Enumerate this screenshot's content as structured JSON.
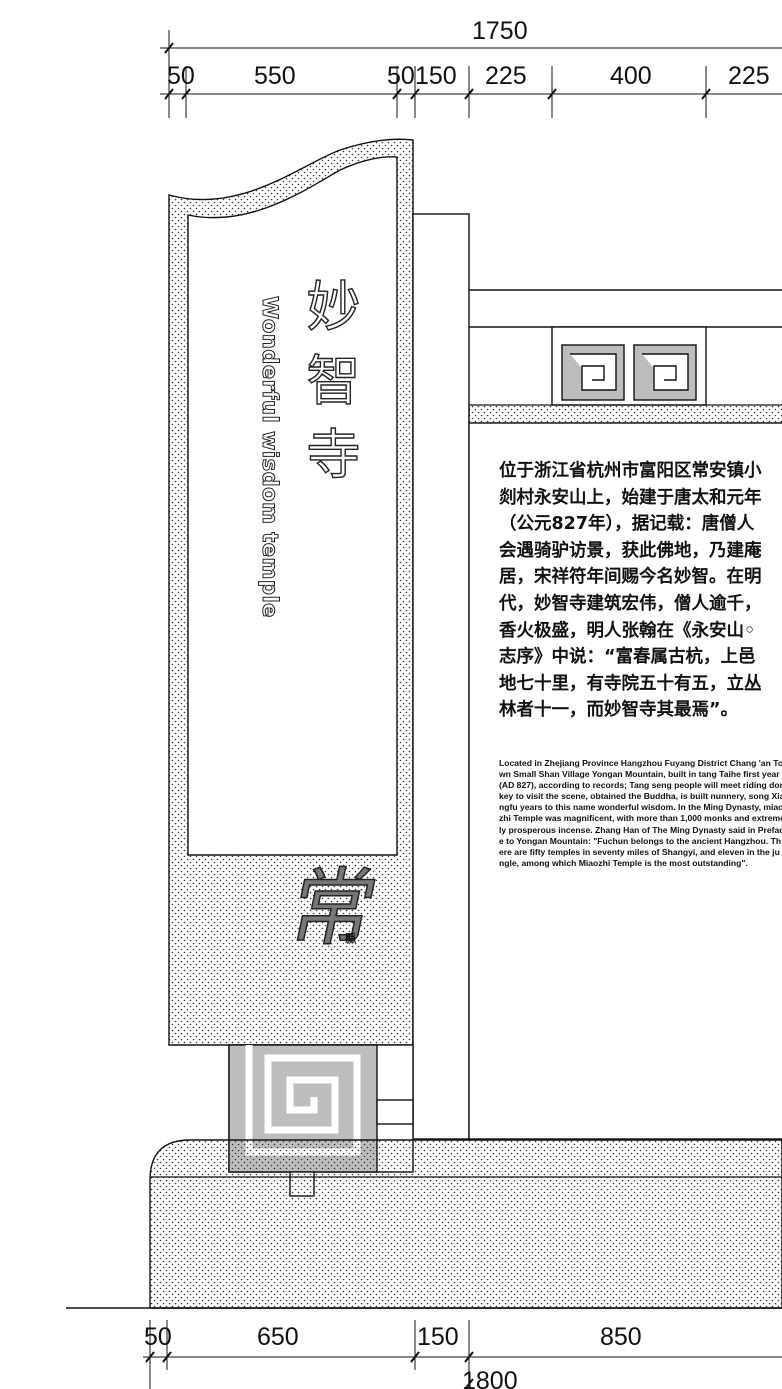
{
  "sign": {
    "title_cn": "妙智寺",
    "title_en": "Wonderful wisdom temple",
    "calligraphy": "常",
    "calligraphy_seal": "縣",
    "description_cn": "位于浙江省杭州市富阳区常安镇小剡村永安山上，始建于唐太和元年（公元827年），据记载：唐僧人会遇骑驴访景，获此佛地，乃建庵居，宋祥符年间赐今名妙智。在明代，妙智寺建筑宏伟，僧人逾千，香火极盛，明人张翰在《永安山◦志序》中说：“富春属古杭，上邑地七十里，有寺院五十有五，立丛林者十一，而妙智寺其最焉”。",
    "description_en": "Located in Zhejiang Province Hangzhou Fuyang District Chang 'an Town Small Shan Village Yongan Mountain, built in tang Taihe first year (AD 827), according to records; Tang seng people will meet riding donkey to visit the scene, obtained the Buddha, is built nunnery, song Xiangfu years to this name wonderful wisdom. In the Ming Dynasty, miaozhi Temple was magnificent, with more than 1,000 monks and extremely prosperous incense. Zhang Han of The Ming Dynasty said in Preface to Yongan Mountain: \"Fuchun belongs to the ancient Hangzhou. There are fifty temples in seventy miles of Shangyi, and eleven in the jungle, among which Miaozhi Temple is the most outstanding\"."
  },
  "dimensions": {
    "top_total": "1750",
    "top_segments": [
      "50",
      "550",
      "50",
      "150",
      "225",
      "400",
      "225"
    ],
    "bottom_segments": [
      "50",
      "650",
      "150",
      "850"
    ],
    "bottom_total": "1800"
  }
}
